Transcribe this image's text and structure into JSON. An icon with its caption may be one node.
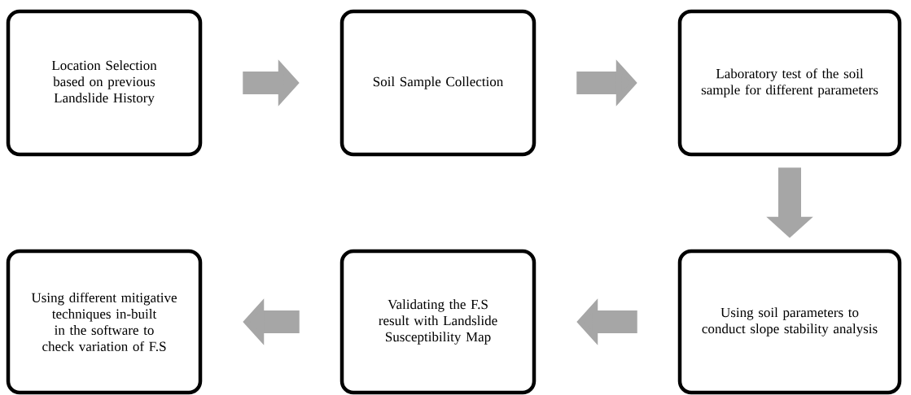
{
  "diagram": {
    "nodes": [
      {
        "text": [
          "Location Selection based on previous Landslide History"
        ]
      },
      {
        "text": [
          "Soil Sample Collection"
        ]
      },
      {
        "text": [
          "Laboratory test of the soil sample for different parameters"
        ]
      },
      {
        "text": [
          "Using different mitigative techniques in-built in the software to check variation of F.S"
        ]
      },
      {
        "text": [
          "Validating the F.S result with Landslide Susceptibility Map"
        ]
      },
      {
        "text": [
          "Using soil parameters to conduct slope stability analysis"
        ]
      }
    ],
    "edges": [
      {
        "from": 0,
        "to": 1,
        "arrow": "to"
      },
      {
        "from": 1,
        "to": 2,
        "arrow": "to"
      },
      {
        "from": 2,
        "to": 5,
        "arrow": "to"
      },
      {
        "from": 5,
        "to": 4,
        "arrow": "to"
      },
      {
        "from": 4,
        "to": 3,
        "arrow": "to"
      }
    ]
  }
}
